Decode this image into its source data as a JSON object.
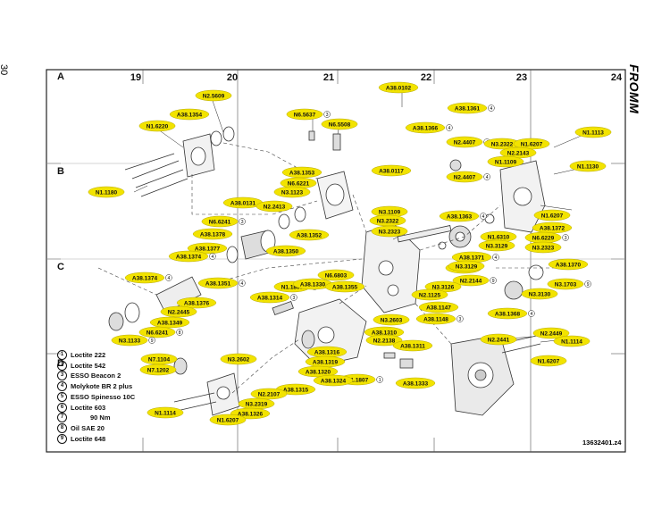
{
  "page_number": "30",
  "brand": "FROMM",
  "drawing_number": "13632401.z4",
  "grid": {
    "columns": [
      "19",
      "20",
      "21",
      "22",
      "23",
      "24"
    ],
    "rows": [
      "A",
      "B",
      "C",
      "D"
    ]
  },
  "legend": [
    {
      "num": "1",
      "text": "Loctite 222"
    },
    {
      "num": "2",
      "text": "Loctite 542"
    },
    {
      "num": "3",
      "text": "ESSO Beacon 2"
    },
    {
      "num": "4",
      "text": "Molykote BR 2 plus"
    },
    {
      "num": "5",
      "text": "ESSO Spinesso 10C"
    },
    {
      "num": "6",
      "text": "Loctite 603"
    },
    {
      "num": "7",
      "text": "90 Nm"
    },
    {
      "num": "8",
      "text": "Oil SAE 20"
    },
    {
      "num": "9",
      "text": "Loctite 648"
    }
  ],
  "part_labels": [
    {
      "text": "N2.5609",
      "mark": ""
    },
    {
      "text": "A38.1354",
      "mark": ""
    },
    {
      "text": "N1.6220",
      "mark": ""
    },
    {
      "text": "N1.1180",
      "mark": ""
    },
    {
      "text": "A38.0102",
      "mark": ""
    },
    {
      "text": "A38.1361",
      "mark": "4"
    },
    {
      "text": "N6.5637",
      "mark": "3"
    },
    {
      "text": "N6.5508",
      "mark": ""
    },
    {
      "text": "A38.1366",
      "mark": "4"
    },
    {
      "text": "N2.4407",
      "mark": "4"
    },
    {
      "text": "N3.2322",
      "mark": ""
    },
    {
      "text": "N1.6207",
      "mark": ""
    },
    {
      "text": "N1.1113",
      "mark": ""
    },
    {
      "text": "N2.2143",
      "mark": ""
    },
    {
      "text": "N1.1109",
      "mark": ""
    },
    {
      "text": "N1.1130",
      "mark": ""
    },
    {
      "text": "A38.1353",
      "mark": ""
    },
    {
      "text": "A38.0117",
      "mark": ""
    },
    {
      "text": "N6.6221",
      "mark": ""
    },
    {
      "text": "N2.4407",
      "mark": "4"
    },
    {
      "text": "N3.1123",
      "mark": ""
    },
    {
      "text": "A38.0131",
      "mark": ""
    },
    {
      "text": "N2.2413",
      "mark": ""
    },
    {
      "text": "N3.1109",
      "mark": ""
    },
    {
      "text": "A38.1363",
      "mark": "4"
    },
    {
      "text": "N1.6207",
      "mark": ""
    },
    {
      "text": "N6.6241",
      "mark": "3"
    },
    {
      "text": "N3.2322",
      "mark": ""
    },
    {
      "text": "A38.1372",
      "mark": ""
    },
    {
      "text": "A38.1378",
      "mark": ""
    },
    {
      "text": "A38.1352",
      "mark": ""
    },
    {
      "text": "N3.2323",
      "mark": ""
    },
    {
      "text": "N1.6310",
      "mark": ""
    },
    {
      "text": "N6.6229",
      "mark": "3"
    },
    {
      "text": "A38.1377",
      "mark": ""
    },
    {
      "text": "A38.1350",
      "mark": ""
    },
    {
      "text": "N3.3129",
      "mark": ""
    },
    {
      "text": "N3.2323",
      "mark": ""
    },
    {
      "text": "A38.1374",
      "mark": "4"
    },
    {
      "text": "A38.1371",
      "mark": "4"
    },
    {
      "text": "A38.1370",
      "mark": ""
    },
    {
      "text": "N1.6310",
      "mark": ""
    },
    {
      "text": "N3.3129",
      "mark": ""
    },
    {
      "text": "A38.1374",
      "mark": "4"
    },
    {
      "text": "N6.6803",
      "mark": ""
    },
    {
      "text": "A38.1351",
      "mark": "4"
    },
    {
      "text": "N1.1807",
      "mark": "1"
    },
    {
      "text": "A38.1330",
      "mark": ""
    },
    {
      "text": "A38.1355",
      "mark": ""
    },
    {
      "text": "N2.2144",
      "mark": "9"
    },
    {
      "text": "N3.1703",
      "mark": "9"
    },
    {
      "text": "A38.1314",
      "mark": "3"
    },
    {
      "text": "N3.3126",
      "mark": ""
    },
    {
      "text": "N3.3130",
      "mark": ""
    },
    {
      "text": "A38.1376",
      "mark": ""
    },
    {
      "text": "N2.1125",
      "mark": ""
    },
    {
      "text": "A38.1147",
      "mark": ""
    },
    {
      "text": "A38.1368",
      "mark": "4"
    },
    {
      "text": "N2.2445",
      "mark": ""
    },
    {
      "text": "A38.1349",
      "mark": ""
    },
    {
      "text": "N3.2603",
      "mark": ""
    },
    {
      "text": "A38.1148",
      "mark": "3"
    },
    {
      "text": "N6.6241",
      "mark": "8"
    },
    {
      "text": "N3.1133",
      "mark": "9"
    },
    {
      "text": "A38.1310",
      "mark": ""
    },
    {
      "text": "N2.2138",
      "mark": ""
    },
    {
      "text": "N2.2449",
      "mark": ""
    },
    {
      "text": "N2.2441",
      "mark": ""
    },
    {
      "text": "N1.1114",
      "mark": ""
    },
    {
      "text": "A38.1311",
      "mark": ""
    },
    {
      "text": "N7.1104",
      "mark": ""
    },
    {
      "text": "N7.1202",
      "mark": ""
    },
    {
      "text": "N3.2602",
      "mark": ""
    },
    {
      "text": "A38.1316",
      "mark": ""
    },
    {
      "text": "A38.1319",
      "mark": ""
    },
    {
      "text": "A38.1320",
      "mark": ""
    },
    {
      "text": "N1.6207",
      "mark": ""
    },
    {
      "text": "N1.1807",
      "mark": "1"
    },
    {
      "text": "A38.1324",
      "mark": ""
    },
    {
      "text": "A38.1333",
      "mark": ""
    },
    {
      "text": "A38.1315",
      "mark": ""
    },
    {
      "text": "N2.2107",
      "mark": ""
    },
    {
      "text": "N3.2319",
      "mark": ""
    },
    {
      "text": "N1.1114",
      "mark": ""
    },
    {
      "text": "A38.1326",
      "mark": ""
    },
    {
      "text": "N1.6207",
      "mark": ""
    }
  ]
}
